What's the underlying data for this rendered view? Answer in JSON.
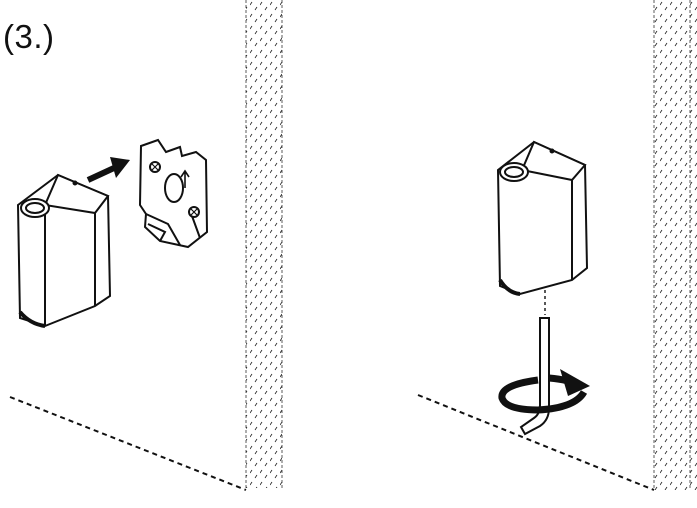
{
  "step_label": "(3.)",
  "panels": [
    {
      "id": "left",
      "arrow_icon": "arrow-right-icon",
      "up_arrow_icon": "arrow-up-icon"
    },
    {
      "id": "right",
      "rotate_icon": "rotation-arrow-icon",
      "tool_icon": "hex-key-icon"
    }
  ],
  "colors": {
    "ink": "#111111",
    "paper": "#ffffff"
  }
}
